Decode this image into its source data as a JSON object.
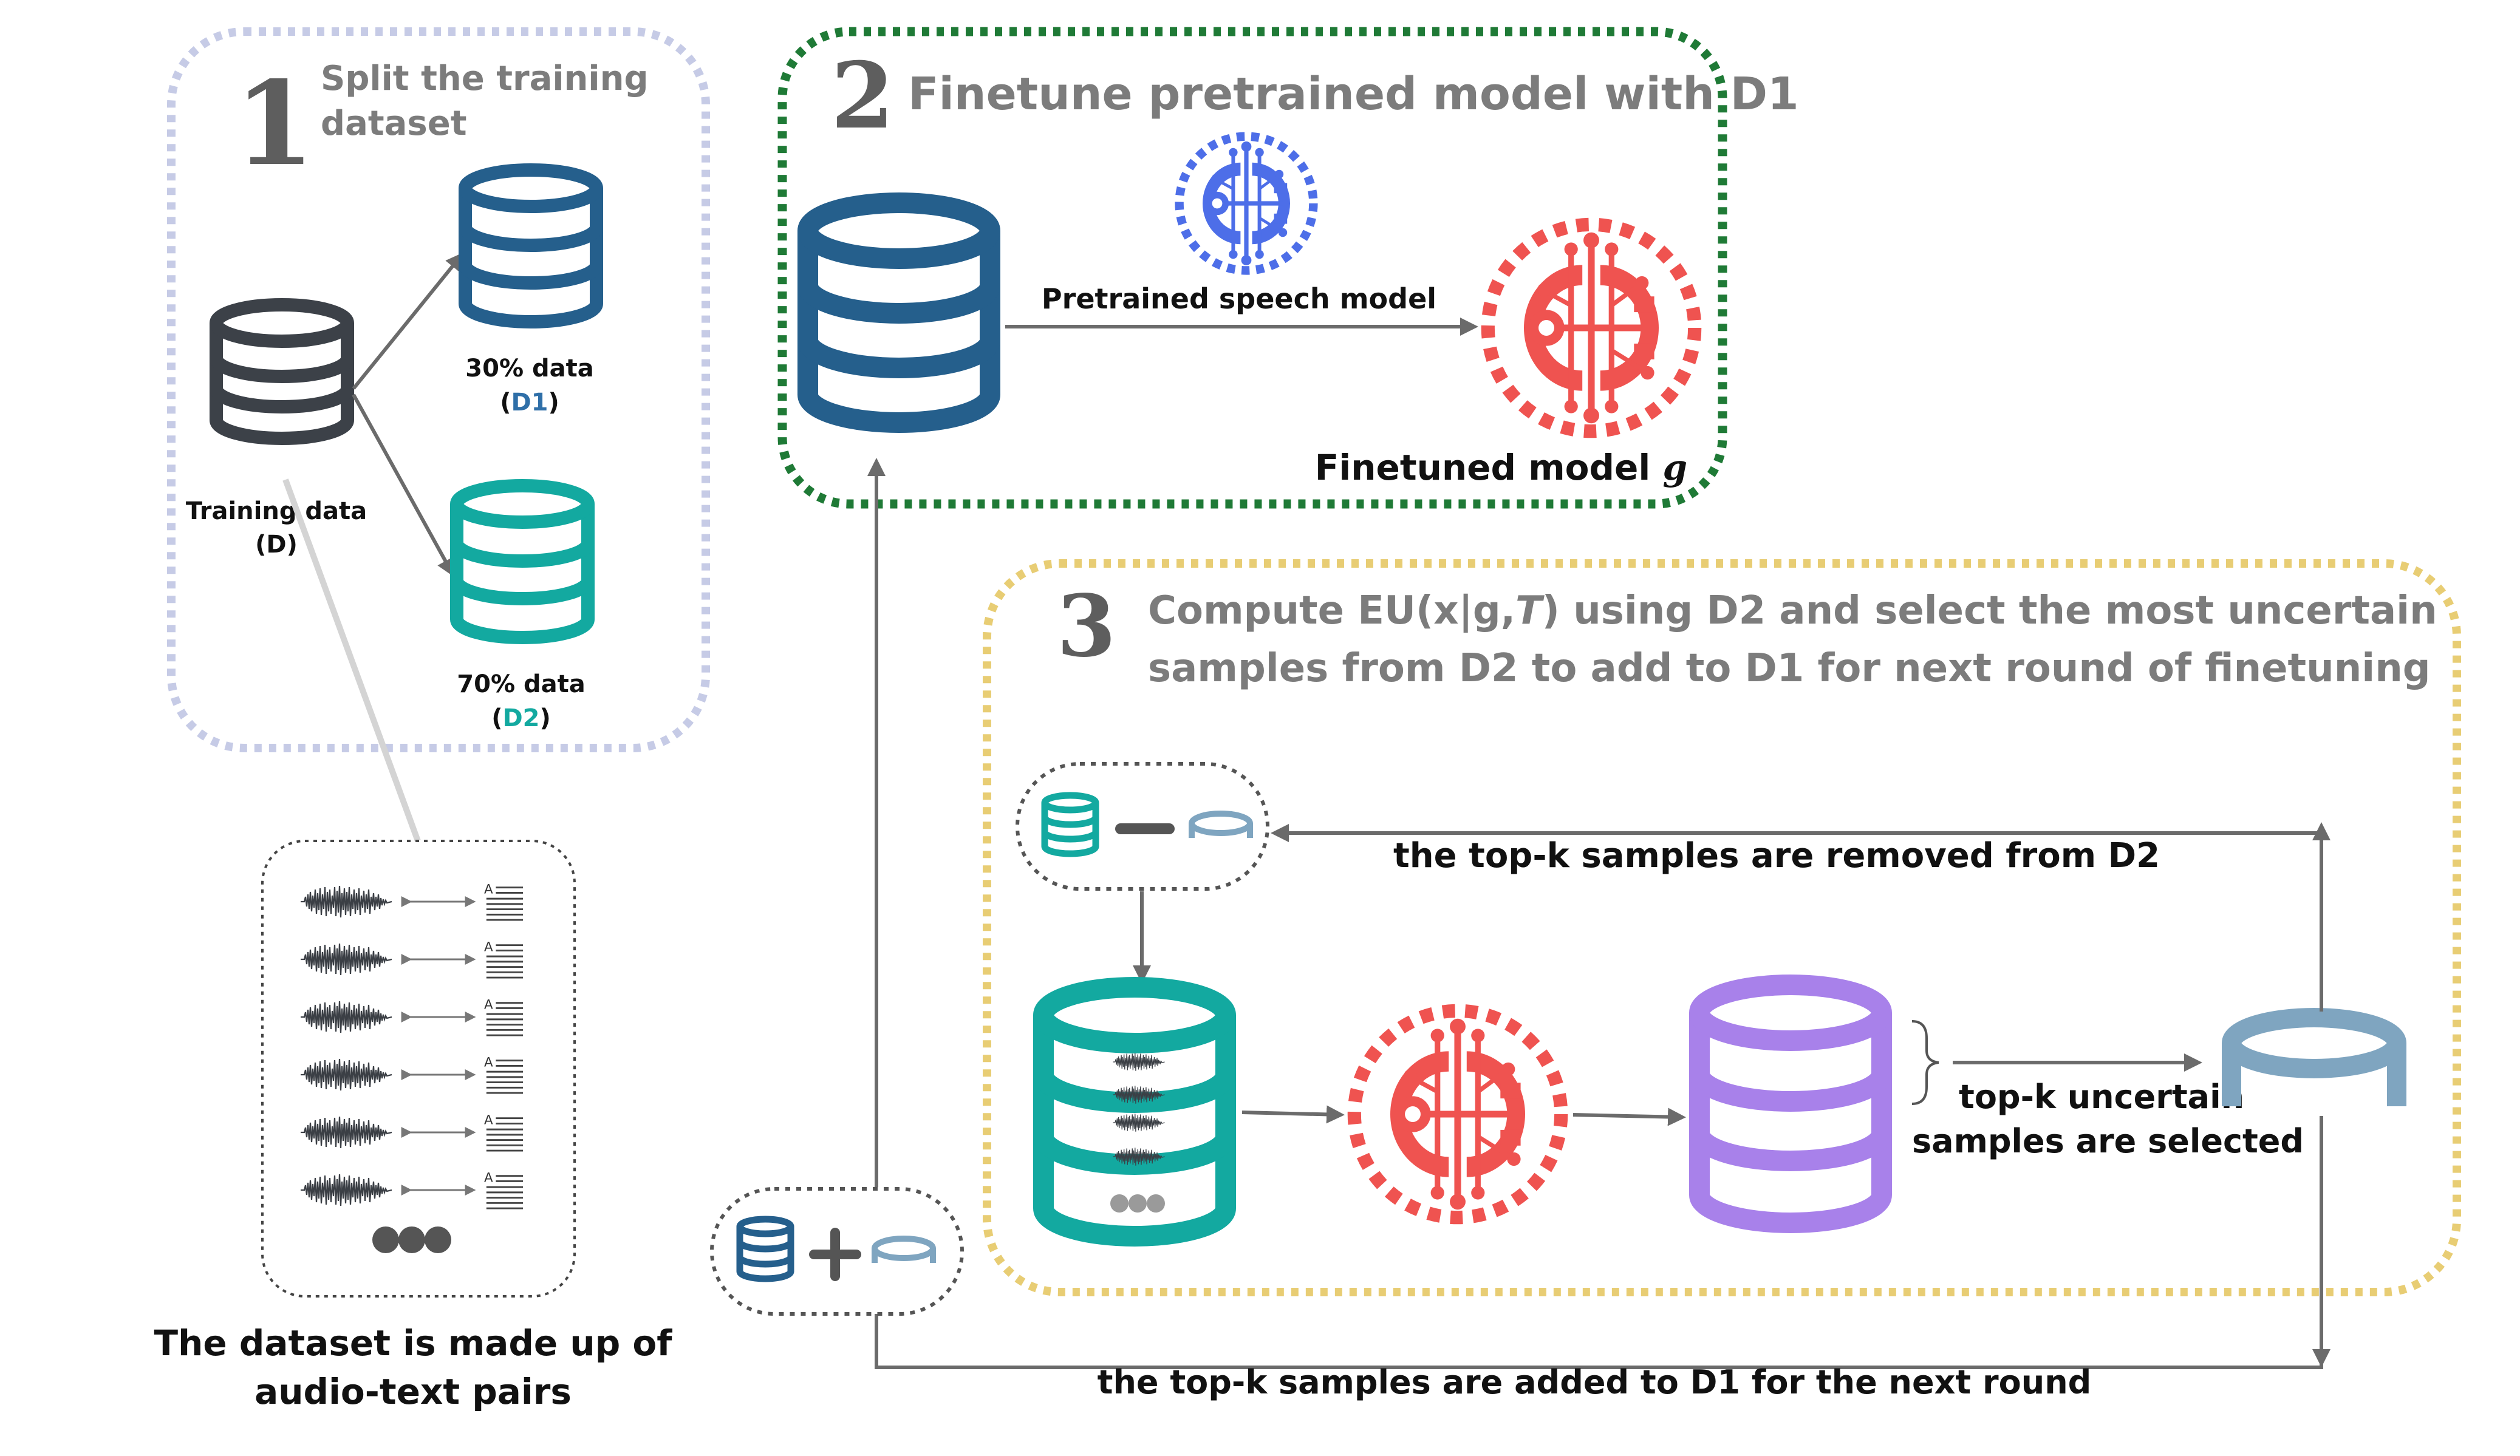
{
  "step1": {
    "number": "1",
    "title_line1": "Split the training",
    "title_line2": "dataset"
  },
  "training_data": {
    "line1": "Training data",
    "line2": "(D)"
  },
  "d1_split": {
    "line1": "30% data",
    "prefix": "(",
    "name": "D1",
    "suffix": ")"
  },
  "d2_split": {
    "line1": "70% data",
    "prefix": "(",
    "name": "D2",
    "suffix": ")"
  },
  "dataset_caption": {
    "line1": "The dataset is made up of",
    "line2": "audio-text pairs"
  },
  "step2": {
    "number": "2",
    "title": "Finetune pretrained model with D1"
  },
  "pretrained_label": "Pretrained speech model",
  "finetuned_label": {
    "text": "Finetuned model ",
    "symbol": "g"
  },
  "step3": {
    "number": "3",
    "line1_part1": "Compute EU(x|g,",
    "line1_symbol": "T",
    "line1_part2": ") using D2 and select the most uncertain",
    "line2": "samples from D2 to add to D1 for next round of finetuning"
  },
  "removed_label": "the top-k samples are removed from D2",
  "selected_label": {
    "line1": "top-k uncertain",
    "line2": "samples are selected"
  },
  "added_label": "the top-k samples are added to D1 for the next round",
  "colors": {
    "dark_db": "#3c4148",
    "blue_db": "#255f8c",
    "teal_db": "#13a9a0",
    "purple_db": "#a881ea",
    "ring": "#7fa5c0",
    "model_blue": "#4d6ee8",
    "model_red": "#ef5350",
    "box1": "#c6cbe6",
    "box2": "#1f7a36",
    "box3": "#e8cd74",
    "arrow": "#6b6b6b"
  }
}
